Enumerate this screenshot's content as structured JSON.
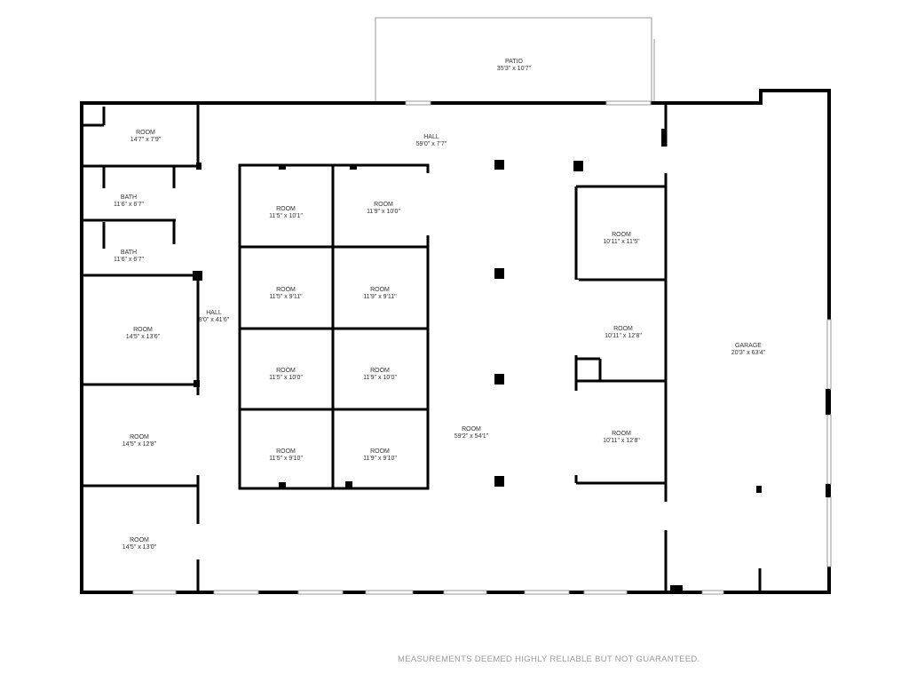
{
  "disclaimer": "MEASUREMENTS DEEMED HIGHLY RELIABLE BUT NOT GUARANTEED.",
  "colors": {
    "wall": "#000000",
    "window": "#c8c8c8",
    "background": "#ffffff",
    "text": "#333333"
  },
  "rooms": {
    "patio": {
      "name": "PATIO",
      "dims": "35'3\" x 10'7\""
    },
    "hall_top": {
      "name": "HALL",
      "dims": "59'0\" x 7'7\""
    },
    "room_tl": {
      "name": "ROOM",
      "dims": "14'7\" x 7'9\""
    },
    "bath_1": {
      "name": "BATH",
      "dims": "11'6\" x 6'7\""
    },
    "bath_2": {
      "name": "BATH",
      "dims": "11'6\" x 6'7\""
    },
    "hall_side": {
      "name": "HALL",
      "dims": "8'0\" x 41'6\""
    },
    "room_l1": {
      "name": "ROOM",
      "dims": "14'5\" x 13'6\""
    },
    "room_l2": {
      "name": "ROOM",
      "dims": "14'5\" x 12'8\""
    },
    "room_l3": {
      "name": "ROOM",
      "dims": "14'5\" x 13'0\""
    },
    "grid_r1c1": {
      "name": "ROOM",
      "dims": "11'5\" x 10'1\""
    },
    "grid_r1c2": {
      "name": "ROOM",
      "dims": "11'9\" x 10'0\""
    },
    "grid_r2c1": {
      "name": "ROOM",
      "dims": "11'5\" x 9'11\""
    },
    "grid_r2c2": {
      "name": "ROOM",
      "dims": "11'9\" x 9'11\""
    },
    "grid_r3c1": {
      "name": "ROOM",
      "dims": "11'5\" x 10'0\""
    },
    "grid_r3c2": {
      "name": "ROOM",
      "dims": "11'9\" x 10'0\""
    },
    "grid_r4c1": {
      "name": "ROOM",
      "dims": "11'5\" x 9'10\""
    },
    "grid_r4c2": {
      "name": "ROOM",
      "dims": "11'9\" x 9'10\""
    },
    "room_main": {
      "name": "ROOM",
      "dims": "59'2\" x 54'1\""
    },
    "room_r1": {
      "name": "ROOM",
      "dims": "10'11\" x 11'5\""
    },
    "room_r2": {
      "name": "ROOM",
      "dims": "10'11\" x 12'8\""
    },
    "room_r3": {
      "name": "ROOM",
      "dims": "10'11\" x 12'8\""
    },
    "garage": {
      "name": "GARAGE",
      "dims": "20'3\" x 63'4\""
    }
  }
}
